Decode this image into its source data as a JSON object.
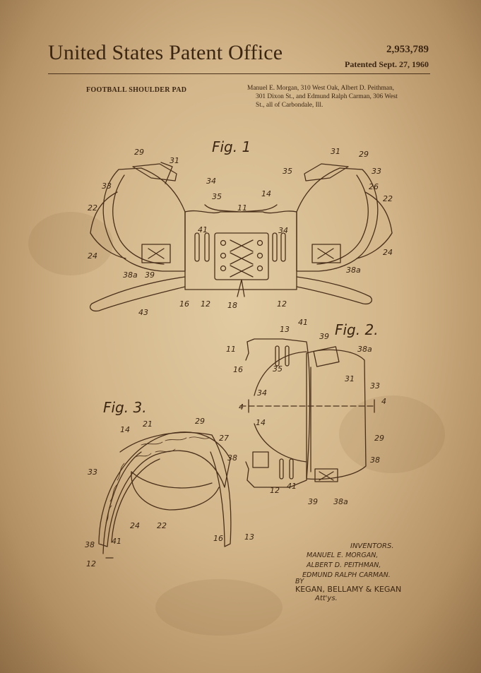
{
  "header": {
    "title": "United States Patent Office",
    "patent_number": "2,953,789",
    "patented_date": "Patented Sept. 27, 1960",
    "subject": "FOOTBALL SHOULDER PAD",
    "inventors_lines": [
      "Manuel E. Morgan, 310 West Oak, Albert D. Peithman,",
      "301 Dixon St., and Edmund Ralph Carman, 306 West",
      "St., all of Carbondale, Ill."
    ]
  },
  "figures": {
    "fig1": "Fig. 1",
    "fig2": "Fig. 2.",
    "fig3": "Fig. 3."
  },
  "reference_numerals": {
    "fig1": [
      "29",
      "31",
      "33",
      "22",
      "24",
      "38a",
      "39",
      "43",
      "16",
      "12",
      "18",
      "41",
      "34",
      "35",
      "11",
      "14",
      "12",
      "34",
      "35",
      "33",
      "26",
      "22",
      "24",
      "38a",
      "31",
      "29"
    ],
    "fig2": [
      "13",
      "41",
      "39",
      "38a",
      "11",
      "16",
      "35",
      "31",
      "33",
      "34",
      "4",
      "4",
      "14",
      "29",
      "38",
      "12",
      "41",
      "39",
      "38a"
    ],
    "fig3": [
      "14",
      "21",
      "29",
      "27",
      "33",
      "38",
      "24",
      "22",
      "38",
      "41",
      "12",
      "16",
      "13"
    ]
  },
  "signature": {
    "inventors_label": "INVENTORS.",
    "names": [
      "MANUEL E. MORGAN,",
      "ALBERT D. PEITHMAN,",
      "EDMUND RALPH CARMAN."
    ],
    "by": "BY",
    "attorneys": "KEGAN, BELLAMY & KEGAN",
    "attys": "Att'ys."
  },
  "colors": {
    "paper": "#d9c096",
    "ink": "#3b2613"
  }
}
